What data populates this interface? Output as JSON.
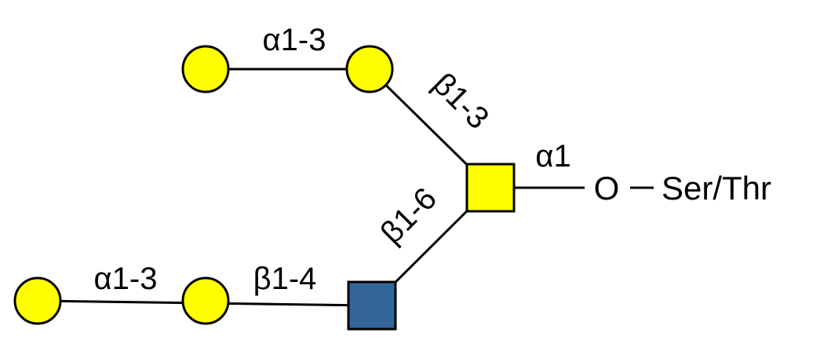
{
  "colors": {
    "galactose": "#FFFF00",
    "glcnac": "#336699",
    "galnac": "#FFFF00",
    "stroke": "#000000"
  },
  "linkages": {
    "top_alpha": "α1-3",
    "top_beta": "β1-3",
    "core_alpha": "α1",
    "branch_beta": "β1-6",
    "bottom_alpha": "α1-3",
    "bottom_beta": "β1-4"
  },
  "aglycone": {
    "oxygen": "O",
    "residue": "Ser/Thr"
  }
}
